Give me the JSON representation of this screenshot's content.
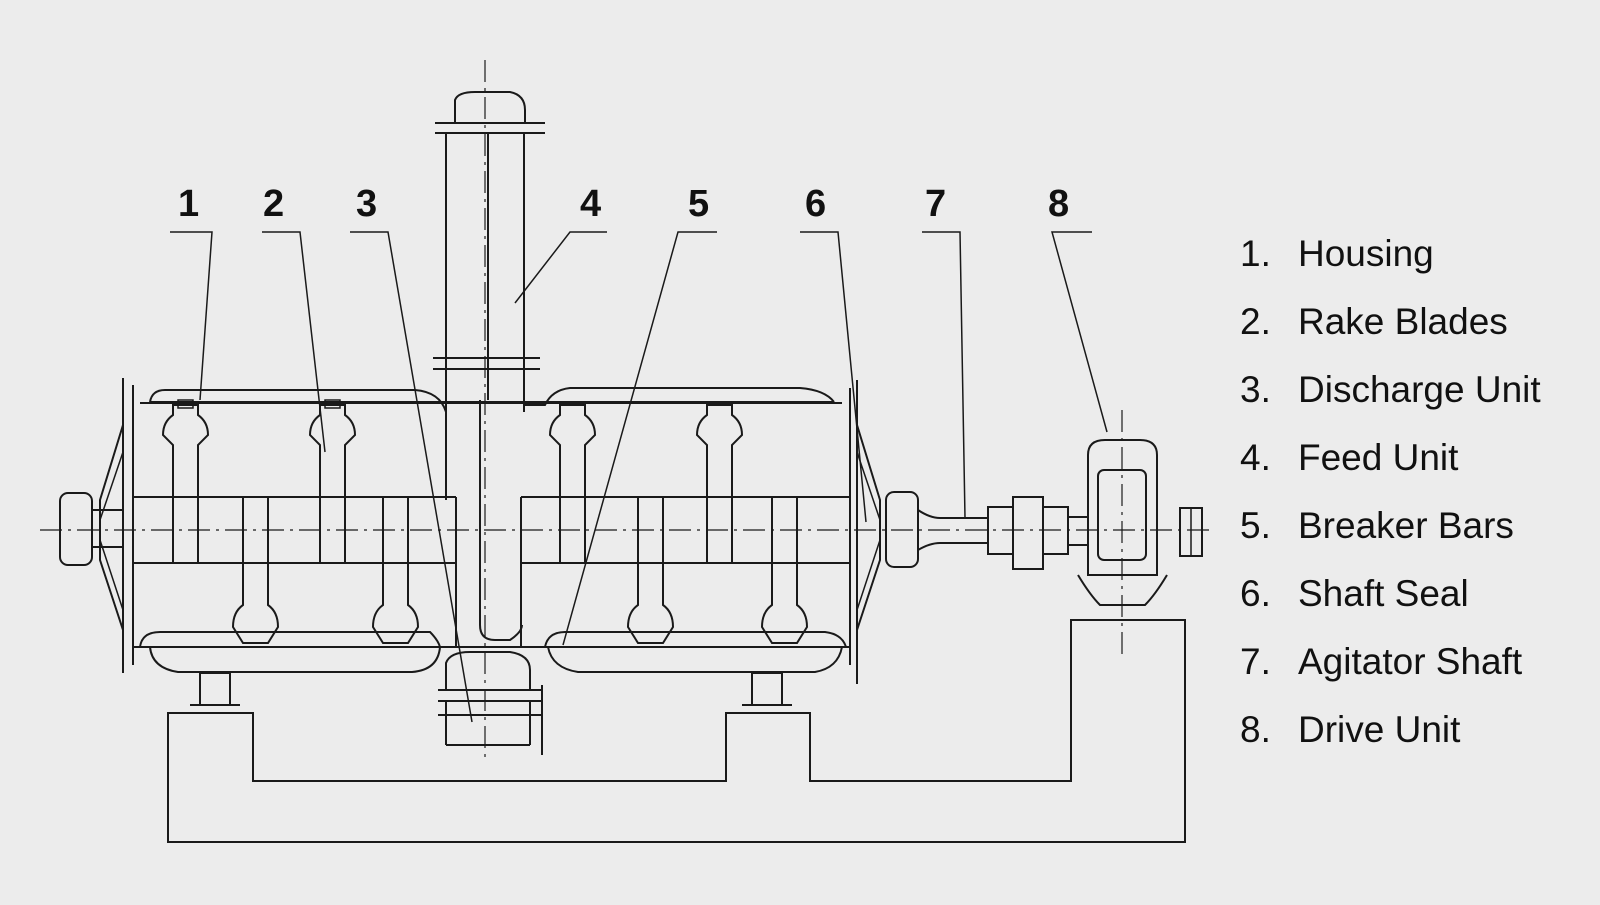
{
  "callouts": [
    "1",
    "2",
    "3",
    "4",
    "5",
    "6",
    "7",
    "8"
  ],
  "legend": [
    {
      "index": "1.",
      "label": "Housing"
    },
    {
      "index": "2.",
      "label": "Rake Blades"
    },
    {
      "index": "3.",
      "label": "Discharge Unit"
    },
    {
      "index": "4.",
      "label": "Feed Unit"
    },
    {
      "index": "5.",
      "label": "Breaker Bars"
    },
    {
      "index": "6.",
      "label": "Shaft Seal"
    },
    {
      "index": "7.",
      "label": "Agitator Shaft"
    },
    {
      "index": "8.",
      "label": "Drive Unit"
    }
  ],
  "colors": {
    "background": "#ececec",
    "line": "#1a1a1a",
    "text": "#111111"
  }
}
